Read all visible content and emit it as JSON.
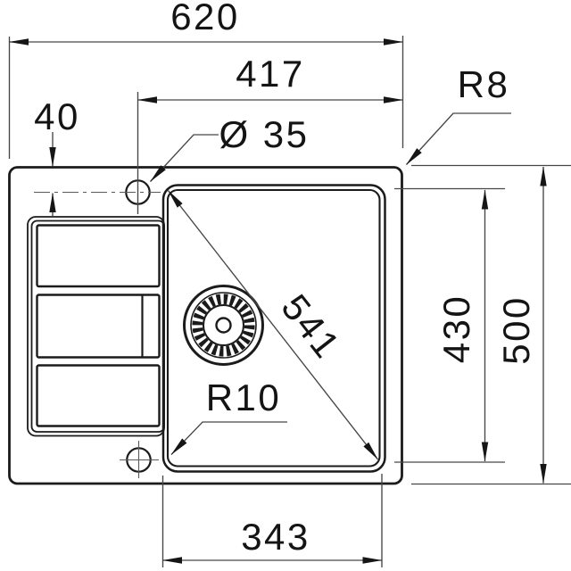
{
  "drawing": {
    "kind": "kitchen-sink-top-view-technical-drawing",
    "colors": {
      "background": "#ffffff",
      "object_line": "#1b1b1b",
      "dimension_line": "#474747",
      "text": "#141414"
    },
    "dimensions": {
      "overall_width": "620",
      "tap_center_to_right_edge": "417",
      "tap_center_from_top_edge": "40",
      "tap_hole_diameter": "Ø 35",
      "outer_corner_radius": "R8",
      "bowl_diagonal": "541",
      "bowl_corner_radius": "R10",
      "bowl_depth": "430",
      "overall_depth": "500",
      "bowl_width_bottom": "343"
    }
  }
}
